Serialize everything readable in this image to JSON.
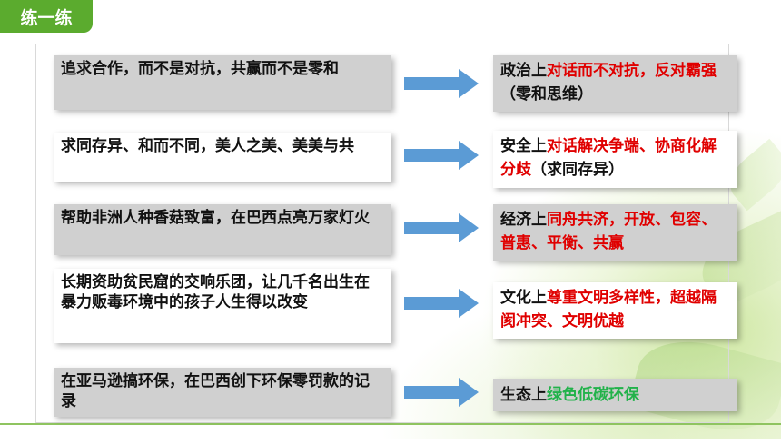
{
  "title": "练一练",
  "rows": [
    {
      "left_text": "追求合作，而不是对抗，共赢而不是零和",
      "right_prefix": "政治上",
      "right_highlight": "对话而不对抗，反对霸强",
      "right_suffix": "（零和思维）"
    },
    {
      "left_text": "求同存异、和而不同，美人之美、美美与共",
      "right_prefix": "安全上",
      "right_highlight": "对话解决争端、协商化解分歧",
      "right_suffix": "（求同存异）"
    },
    {
      "left_text": "帮助非洲人种香菇致富，在巴西点亮万家灯火",
      "right_prefix": "经济上",
      "right_highlight": "同舟共济，开放、包容、普惠、平衡、共赢",
      "right_suffix": ""
    },
    {
      "left_text": "长期资助贫民窟的交响乐团，让几千名出生在暴力贩毒环境中的孩子人生得以改变",
      "right_prefix": "文化上",
      "right_highlight": "尊重文明多样性，超越隔阂冲突、文明优越",
      "right_suffix": ""
    },
    {
      "left_text": "在亚马逊搞环保，在巴西创下环保零罚款的记录",
      "right_prefix": "生态上",
      "right_highlight": "绿色低碳环保",
      "right_suffix": ""
    }
  ],
  "colors": {
    "title_bg": "#5bab2e",
    "highlight_red": "#e00000",
    "highlight_green": "#21b24a",
    "arrow": "#5b9bd5"
  },
  "icons": {
    "arrow": "right-arrow-icon"
  }
}
